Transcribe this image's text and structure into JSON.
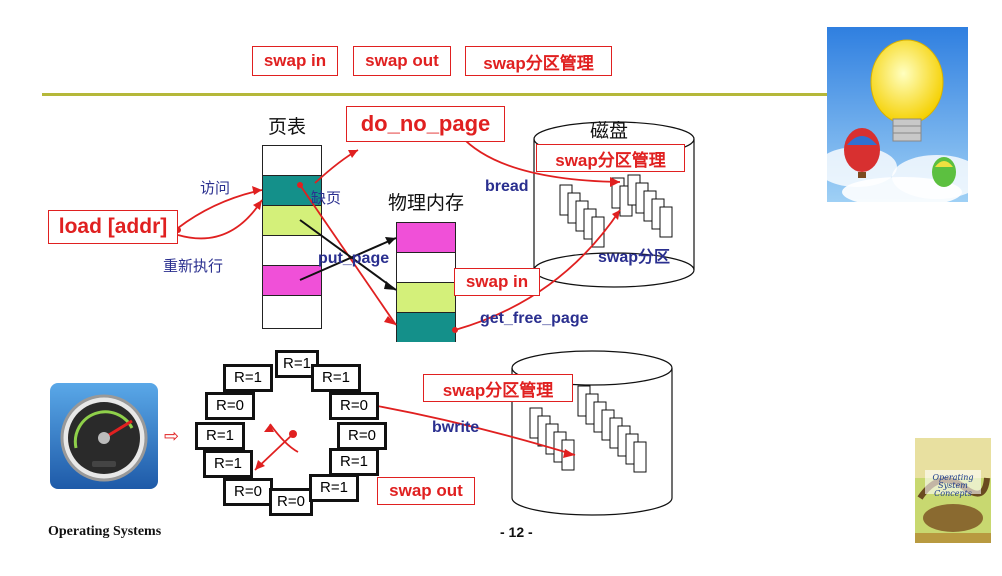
{
  "top_tabs": [
    "swap in",
    "swap out",
    "swap分区管理"
  ],
  "labels": {
    "page_table": "页表",
    "do_no_page": "do_no_page",
    "disk": "磁盘",
    "swap_mgmt_1": "swap分区管理",
    "access": "访问",
    "page_fault": "缺页",
    "physical_memory": "物理内存",
    "bread": "bread",
    "load_addr": "load [addr]",
    "reexecute": "重新执行",
    "put_page": "put_page",
    "swap_partition": "swap分区",
    "swap_in": "swap in",
    "get_free_page": "get_free_page",
    "swap_mgmt_2": "swap分区管理",
    "bwrite": "bwrite",
    "swap_out": "swap out",
    "footer_left": "Operating Systems",
    "footer_center": "- 12 -"
  },
  "clock_cells": [
    "R=1",
    "R=1",
    "R=1",
    "R=0",
    "R=0",
    "R=1",
    "R=0",
    "R=1",
    "R=1",
    "R=0",
    "R=0",
    "R=1"
  ],
  "colors": {
    "accent_red": "#e02020",
    "rule_line": "#b5b83a",
    "teal": "#14908a",
    "lime": "#d4f07a",
    "magenta": "#f050d8",
    "label_blue": "#2a2f8f"
  },
  "icons": [
    "lightbulb-balloon-image",
    "speedometer-icon",
    "book-cover-image",
    "arrow-right-icon"
  ]
}
